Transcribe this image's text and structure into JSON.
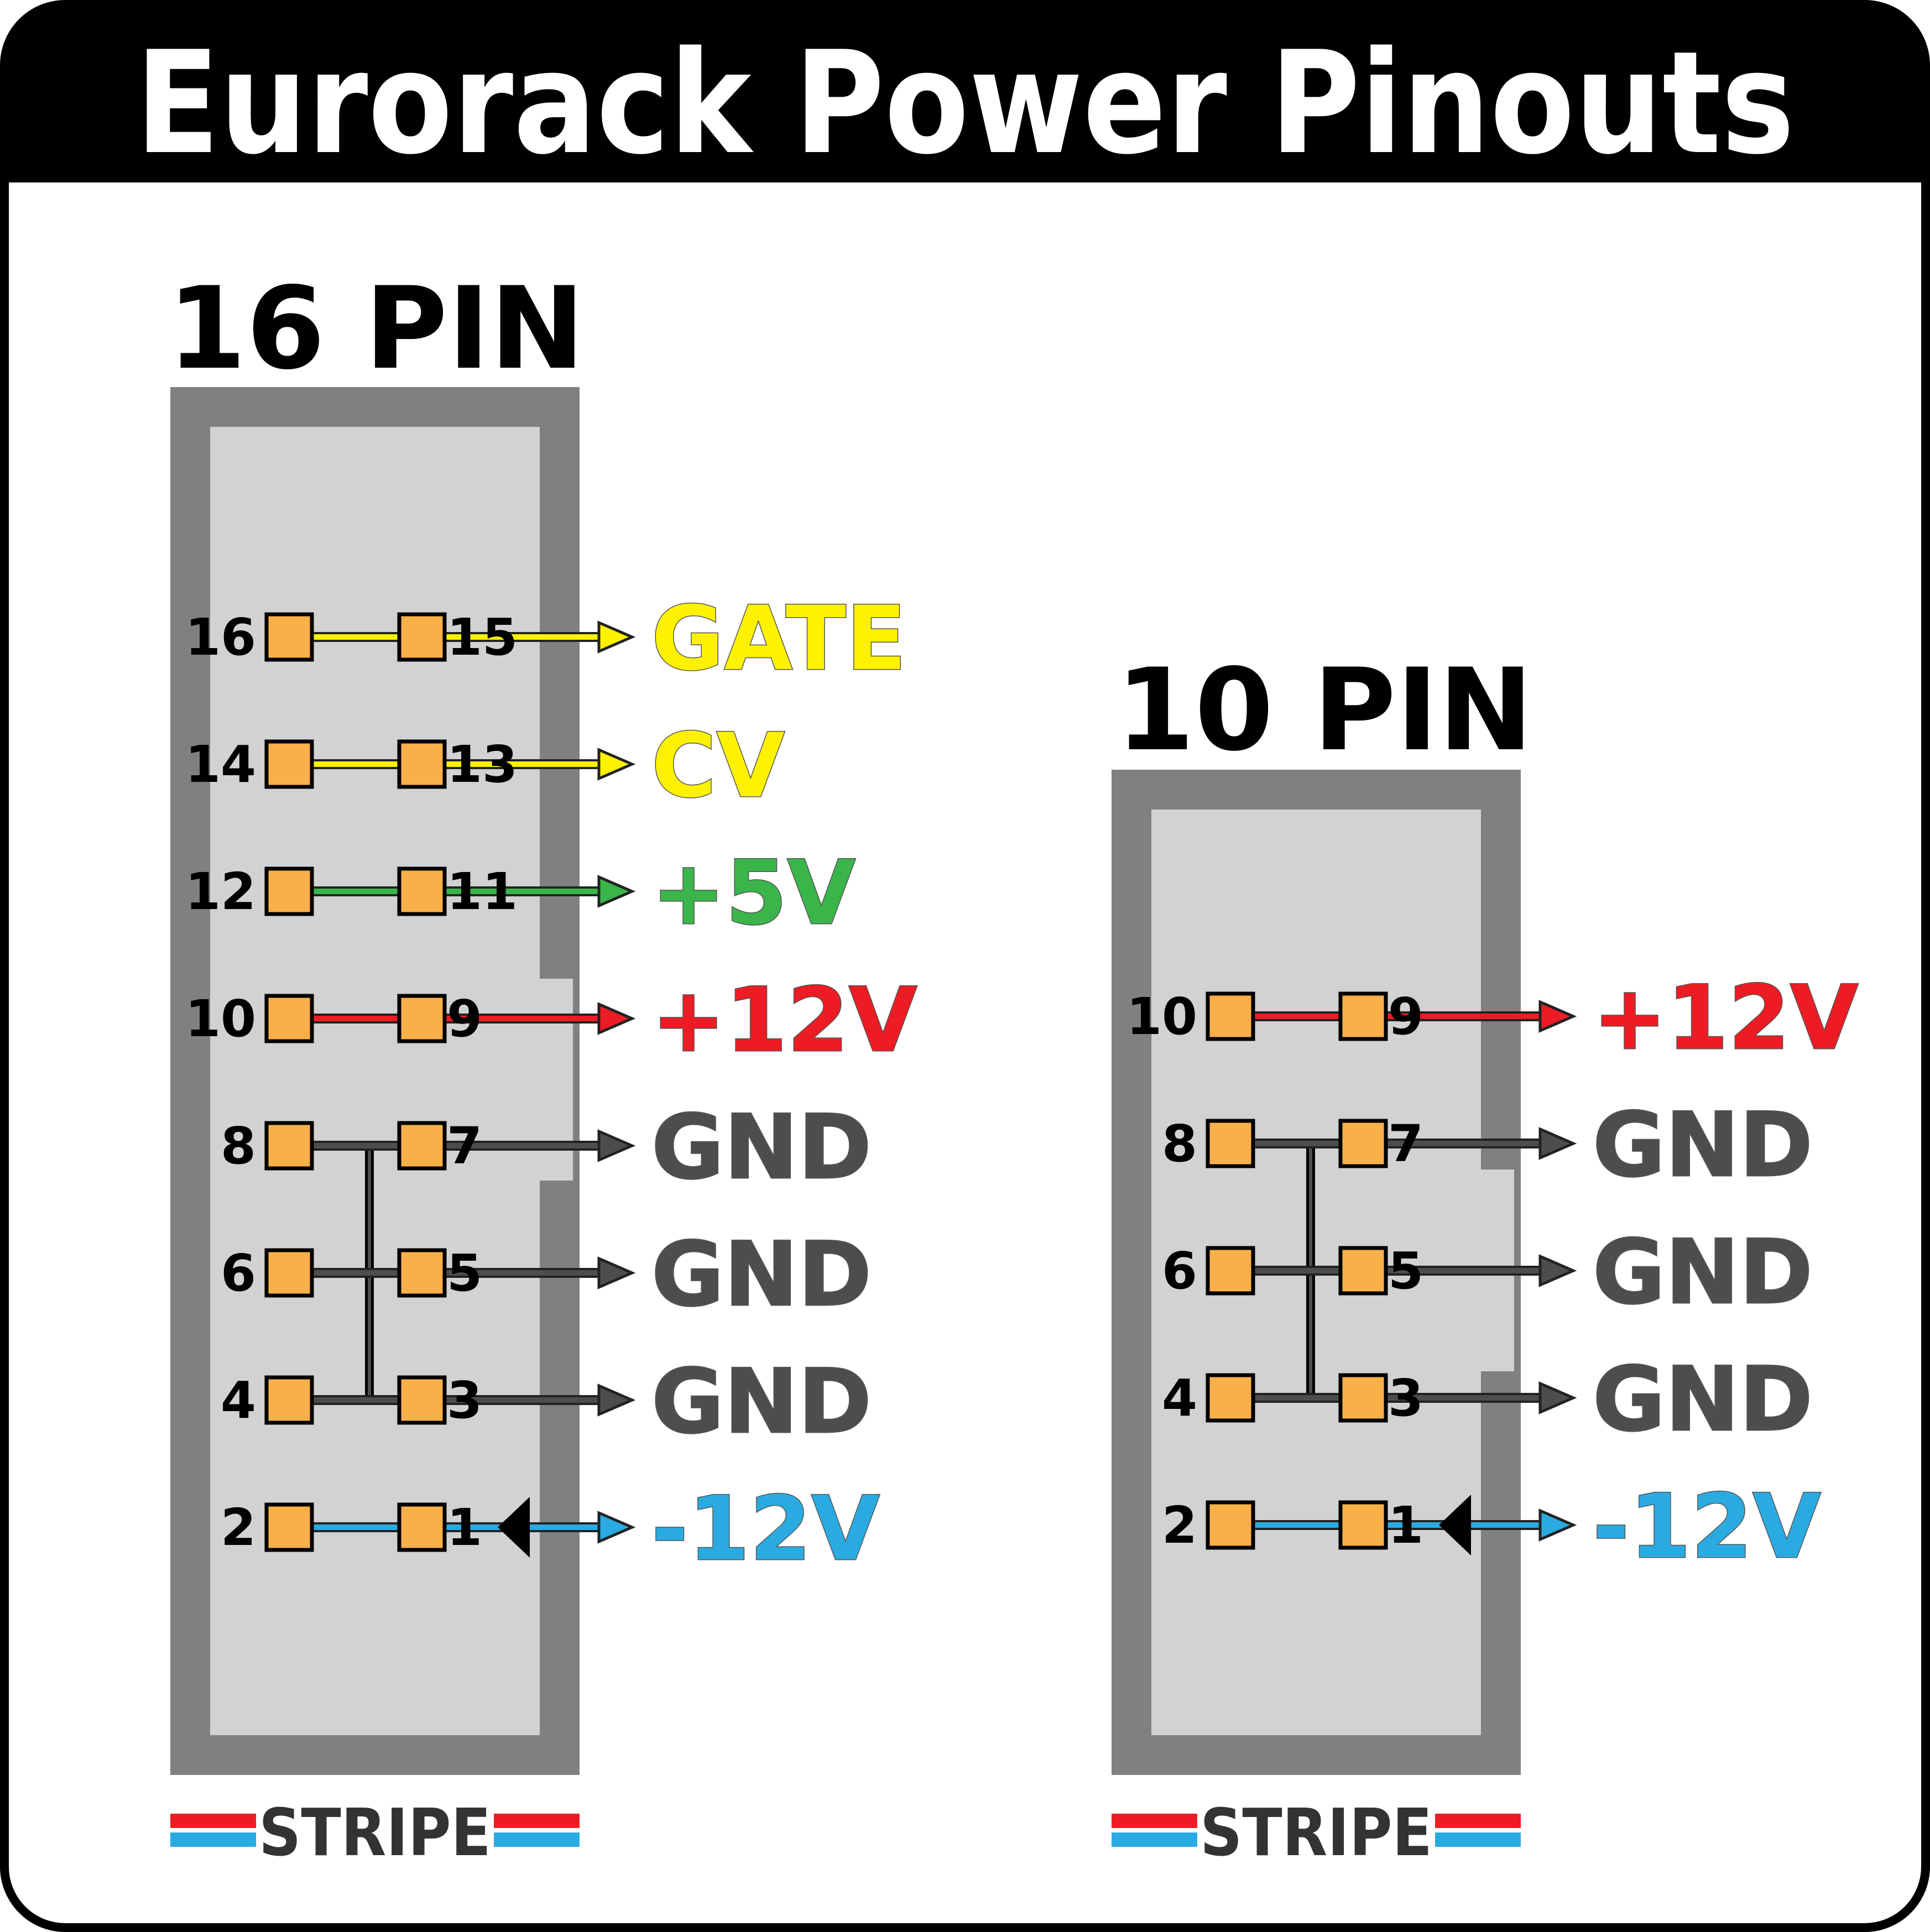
{
  "title": "Eurorack Power Pinouts",
  "stripe_label": "STRIPE",
  "colors": {
    "frame": "#000000",
    "housing_outer": "#808082",
    "housing_inner": "#d1d2d4",
    "pin_fill": "#f9b048",
    "gate": "#fff200",
    "cv": "#fff200",
    "plus5": "#39b54a",
    "plus12": "#ed1c24",
    "gnd": "#4d4d4f",
    "minus12": "#29abe2",
    "stripe_red": "#ed1c24",
    "stripe_blue": "#29abe2"
  },
  "connectors": [
    {
      "name": "16 PIN",
      "rows": [
        {
          "left": "16",
          "right": "15",
          "signal": "GATE",
          "color": "gate"
        },
        {
          "left": "14",
          "right": "13",
          "signal": "CV",
          "color": "cv"
        },
        {
          "left": "12",
          "right": "11",
          "signal": "+5V",
          "color": "plus5"
        },
        {
          "left": "10",
          "right": "9",
          "signal": "+12V",
          "color": "plus12"
        },
        {
          "left": "8",
          "right": "7",
          "signal": "GND",
          "color": "gnd"
        },
        {
          "left": "6",
          "right": "5",
          "signal": "GND",
          "color": "gnd"
        },
        {
          "left": "4",
          "right": "3",
          "signal": "GND",
          "color": "gnd"
        },
        {
          "left": "2",
          "right": "1",
          "signal": "-12V",
          "color": "minus12"
        }
      ]
    },
    {
      "name": "10 PIN",
      "rows": [
        {
          "left": "10",
          "right": "9",
          "signal": "+12V",
          "color": "plus12"
        },
        {
          "left": "8",
          "right": "7",
          "signal": "GND",
          "color": "gnd"
        },
        {
          "left": "6",
          "right": "5",
          "signal": "GND",
          "color": "gnd"
        },
        {
          "left": "4",
          "right": "3",
          "signal": "GND",
          "color": "gnd"
        },
        {
          "left": "2",
          "right": "1",
          "signal": "-12V",
          "color": "minus12"
        }
      ]
    }
  ]
}
